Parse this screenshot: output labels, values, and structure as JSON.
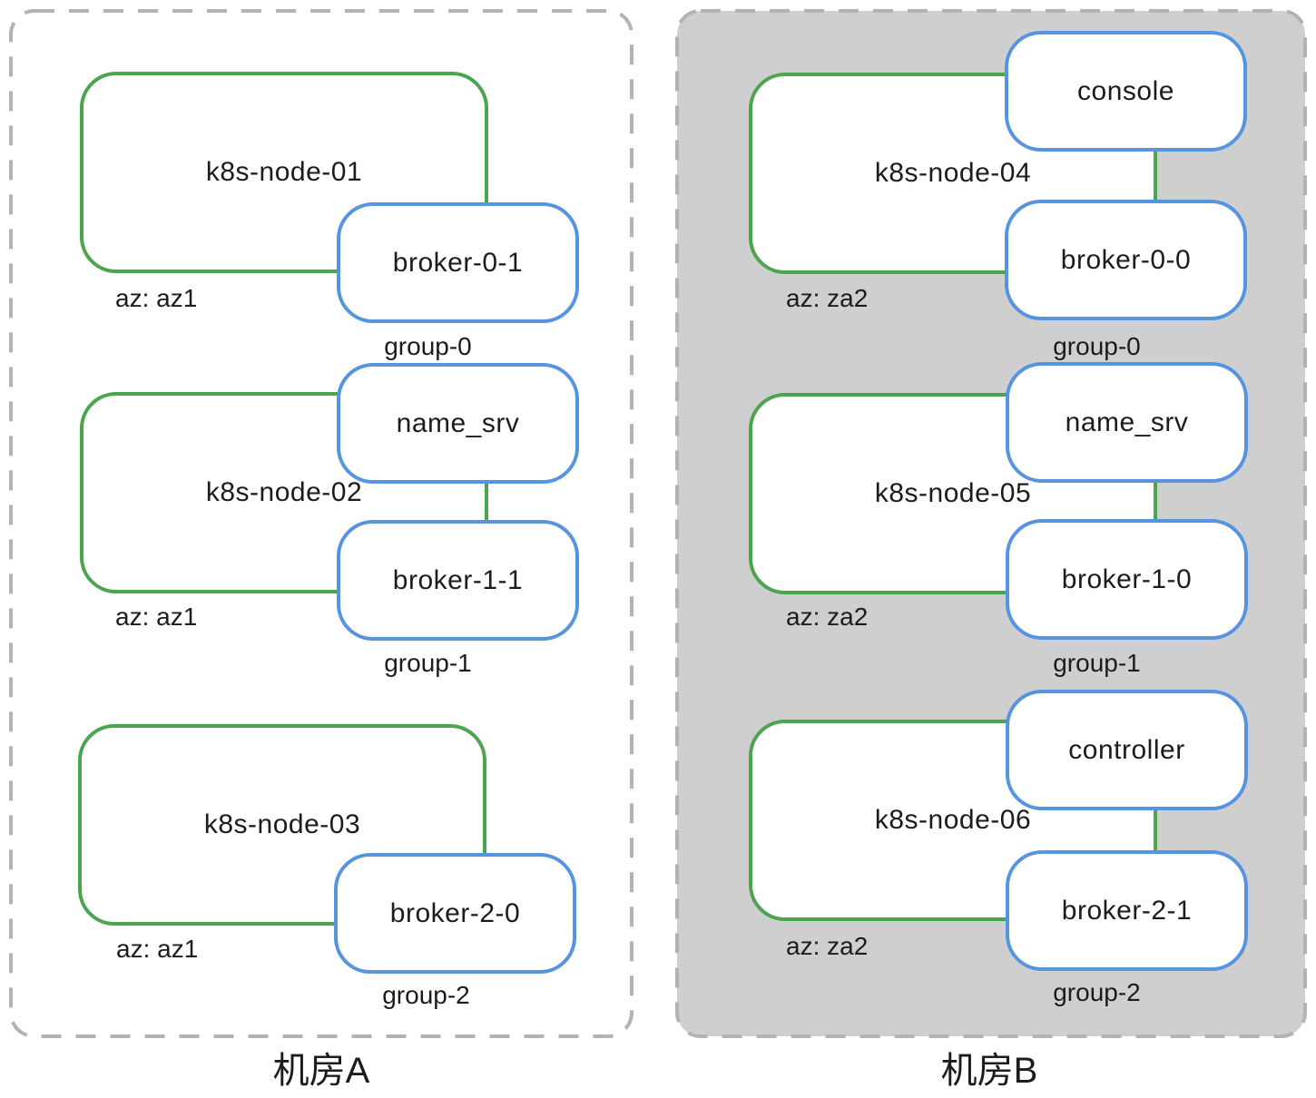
{
  "rooms": [
    {
      "label": "机房A",
      "nodes": [
        {
          "name": "k8s-node-01",
          "az": "az: az1",
          "group": "group-0",
          "pods": [
            "broker-0-1"
          ]
        },
        {
          "name": "k8s-node-02",
          "az": "az: az1",
          "group": "group-1",
          "pods": [
            "name_srv",
            "broker-1-1"
          ]
        },
        {
          "name": "k8s-node-03",
          "az": "az: az1",
          "group": "group-2",
          "pods": [
            "broker-2-0"
          ]
        }
      ]
    },
    {
      "label": "机房B",
      "nodes": [
        {
          "name": "k8s-node-04",
          "az": "az: za2",
          "group": "group-0",
          "pods": [
            "console",
            "broker-0-0"
          ]
        },
        {
          "name": "k8s-node-05",
          "az": "az: za2",
          "group": "group-1",
          "pods": [
            "name_srv",
            "broker-1-0"
          ]
        },
        {
          "name": "k8s-node-06",
          "az": "az: za2",
          "group": "group-2",
          "pods": [
            "controller",
            "broker-2-1"
          ]
        }
      ]
    }
  ],
  "colors": {
    "node_border": "#4aa54e",
    "pod_border": "#5794e0",
    "room_b_fill": "#cfcfcf",
    "panel_border": "#b3b3b3",
    "text": "#1c1c1c"
  }
}
